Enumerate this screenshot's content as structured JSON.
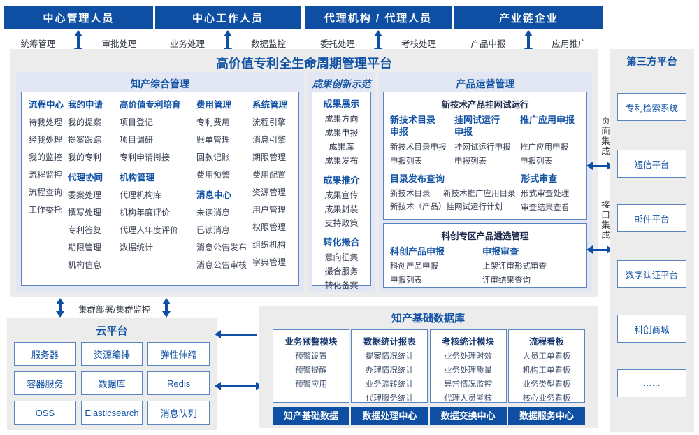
{
  "colors": {
    "role_box_blue": "#0e4fa3",
    "title_blue": "#1353a5",
    "panel_lavender": "#e3e7f3",
    "section_gray": "#ececec",
    "border_blue": "#5b84c0"
  },
  "top_roles": [
    {
      "title": "中心管理人员",
      "left_label": "统筹管理",
      "right_label": "审批处理"
    },
    {
      "title": "中心工作人员",
      "left_label": "业务处理",
      "right_label": "数据监控"
    },
    {
      "title": "代理机构 / 代理人员",
      "left_label": "委托处理",
      "right_label": "考核处理"
    },
    {
      "title": "产业链企业",
      "left_label": "产品申报",
      "right_label": "应用推广"
    }
  ],
  "platform": {
    "title": "高价值专利全生命周期管理平台"
  },
  "ip_panel": {
    "title": "知产综合管理",
    "columns": [
      {
        "groups": [
          {
            "header": "流程中心",
            "items": [
              "待我处理",
              "经我处理",
              "我的监控",
              "流程监控",
              "流程查询",
              "工作委托"
            ]
          }
        ]
      },
      {
        "groups": [
          {
            "header": "我的申请",
            "items": [
              "我的提案",
              "提案跟踪",
              "我的专利"
            ]
          },
          {
            "header": "代理协同",
            "items": [
              "委案处理",
              "撰写处理",
              "专利答复",
              "期限管理",
              "机构信息"
            ]
          }
        ]
      },
      {
        "groups": [
          {
            "header": "高价值专利培育",
            "items": [
              "项目登记",
              "项目调研",
              "专利申请衔接"
            ]
          },
          {
            "header": "机构管理",
            "items": [
              "代理机构库",
              "机构年度评价",
              "代理人年度评价",
              "数据统计"
            ]
          }
        ]
      },
      {
        "groups": [
          {
            "header": "费用管理",
            "items": [
              "专利费用",
              "账单管理",
              "回款记账",
              "费用预警"
            ]
          },
          {
            "header": "消息中心",
            "items": [
              "未读消息",
              "已读消息",
              "消息公告发布",
              "消息公告审核"
            ]
          }
        ]
      },
      {
        "groups": [
          {
            "header": "系统管理",
            "items": [
              "流程引擎",
              "消息引擎",
              "期限管理",
              "费用配置",
              "资源管理",
              "用户管理",
              "权限管理",
              "组织机构",
              "字典管理"
            ]
          }
        ]
      }
    ]
  },
  "achievement_panel": {
    "title": "成果创新示范",
    "groups": [
      {
        "header": "成果展示",
        "items": [
          "成果方向",
          "成果申报",
          "成果库",
          "成果发布"
        ]
      },
      {
        "header": "成果推介",
        "items": [
          "成果宣传",
          "成果封装",
          "支持政策"
        ]
      },
      {
        "header": "转化撮合",
        "items": [
          "意向征集",
          "撮合服务",
          "转化备案"
        ]
      }
    ]
  },
  "product_panel": {
    "title": "产品运营管理",
    "trial_box": {
      "title": "新技术产品挂网试运行",
      "columns": [
        {
          "header": "新技术目录\n申报",
          "items": [
            "新技术目录申报",
            "申报列表"
          ]
        },
        {
          "header": "挂网试运行\n申报",
          "items": [
            "挂网试运行申报",
            "申报列表"
          ]
        },
        {
          "header": "推广应用申报",
          "items": [
            "推广应用申报",
            "申报列表"
          ]
        }
      ],
      "catalog": {
        "header": "目录发布查询",
        "items": [
          "新技术目录",
          "新技术推广应用目录",
          "新技术（产品）挂网试运行计划"
        ]
      },
      "review": {
        "header": "形式审查",
        "items": [
          "形式审查处理",
          "审查结果查看"
        ]
      }
    },
    "selection_box": {
      "title": "科创专区产品遴选管理",
      "columns": [
        {
          "header": "科创产品申报",
          "items": [
            "科创产品申报",
            "申报列表"
          ]
        },
        {
          "header": "申报审查",
          "items": [
            "上架评审形式审查",
            "评审结果查询"
          ]
        }
      ]
    }
  },
  "cluster_label": "集群部署/集群监控",
  "cloud_panel": {
    "title": "云平台",
    "cells": [
      "服务器",
      "资源编排",
      "弹性伸缩",
      "容器服务",
      "数据库",
      "Redis",
      "OSS",
      "Elasticsearch",
      "消息队列"
    ]
  },
  "database_panel": {
    "title": "知产基础数据库",
    "modules": [
      {
        "header": "业务预警模块",
        "items": [
          "预警设置",
          "预警提醒",
          "预警应用"
        ],
        "footer": "知产基础数据"
      },
      {
        "header": "数据统计报表",
        "items": [
          "提案情况统计",
          "办理情况统计",
          "业务流转统计",
          "代理服务统计"
        ],
        "footer": "数据处理中心"
      },
      {
        "header": "考核统计模块",
        "items": [
          "业务处理时效",
          "业务处理质量",
          "异常情况监控",
          "代理人员考核"
        ],
        "footer": "数据交换中心"
      },
      {
        "header": "流程看板",
        "items": [
          "人员工单看板",
          "机构工单看板",
          "业务类型看板",
          "核心业务看板"
        ],
        "footer": "数据服务中心"
      }
    ]
  },
  "third_party_panel": {
    "title": "第三方平台",
    "items": [
      "专利检索系统",
      "短信平台",
      "邮件平台",
      "数字认证平台",
      "科创商城",
      "……"
    ],
    "integration_labels": [
      "页面集成",
      "接口集成"
    ]
  }
}
